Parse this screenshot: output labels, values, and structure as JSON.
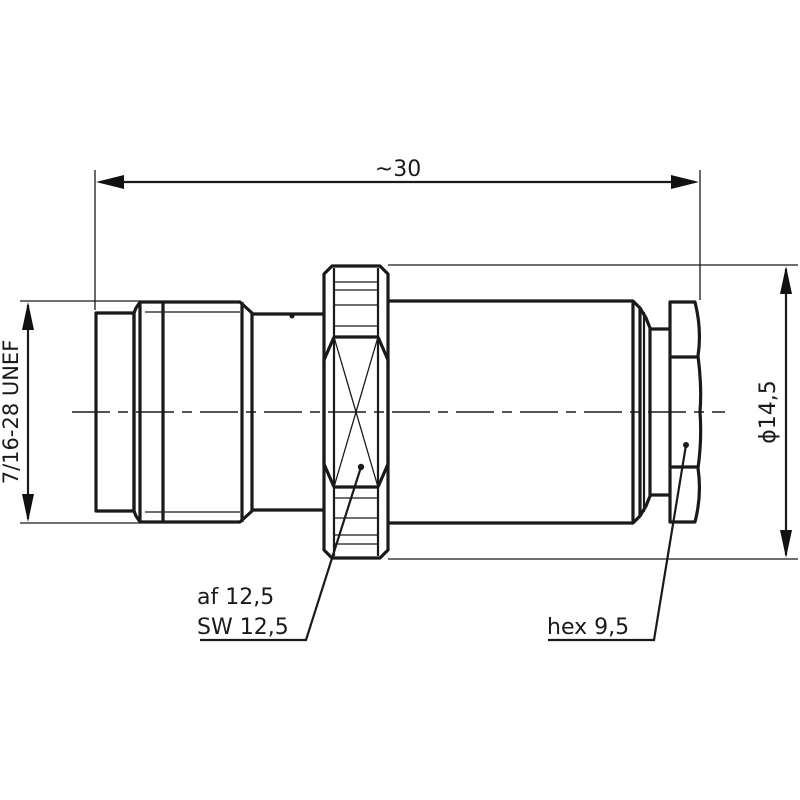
{
  "drawing": {
    "title": "N-type female connector, side view with dimensions",
    "line_color": "#1a1a1a",
    "background": "#ffffff"
  },
  "dimensions": {
    "overall_length": {
      "label": "~30",
      "orientation": "horizontal"
    },
    "thread": {
      "label": "7/16-28 UNEF",
      "orientation": "vertical"
    },
    "diameter": {
      "label": "ϕ14,5",
      "orientation": "vertical"
    }
  },
  "callouts": {
    "nut": {
      "line1": "af 12,5",
      "line2": "SW 12,5"
    },
    "hex": {
      "label": "hex 9,5"
    }
  }
}
